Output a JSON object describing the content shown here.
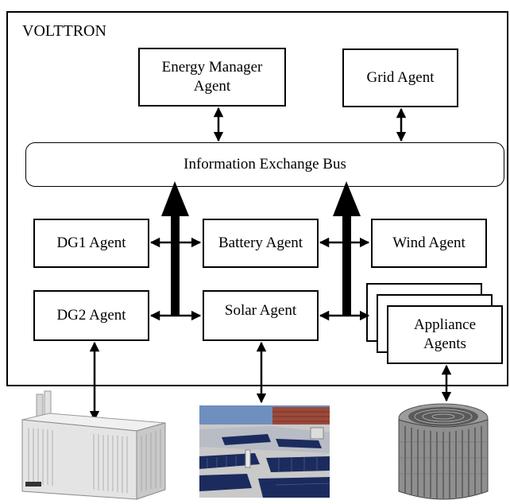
{
  "diagram": {
    "platform_label": "VOLTTRON",
    "bus_label": "Information Exchange Bus",
    "agents": {
      "energy_manager": [
        "Energy Manager",
        "Agent"
      ],
      "grid": "Grid Agent",
      "dg1": "DG1 Agent",
      "battery": "Battery Agent",
      "wind": "Wind Agent",
      "dg2": "DG2 Agent",
      "solar": "Solar Agent",
      "appliance": [
        "Appliance",
        "Agents"
      ]
    },
    "devices": [
      "generator-image",
      "solar-panel-image",
      "air-conditioner-image"
    ]
  }
}
